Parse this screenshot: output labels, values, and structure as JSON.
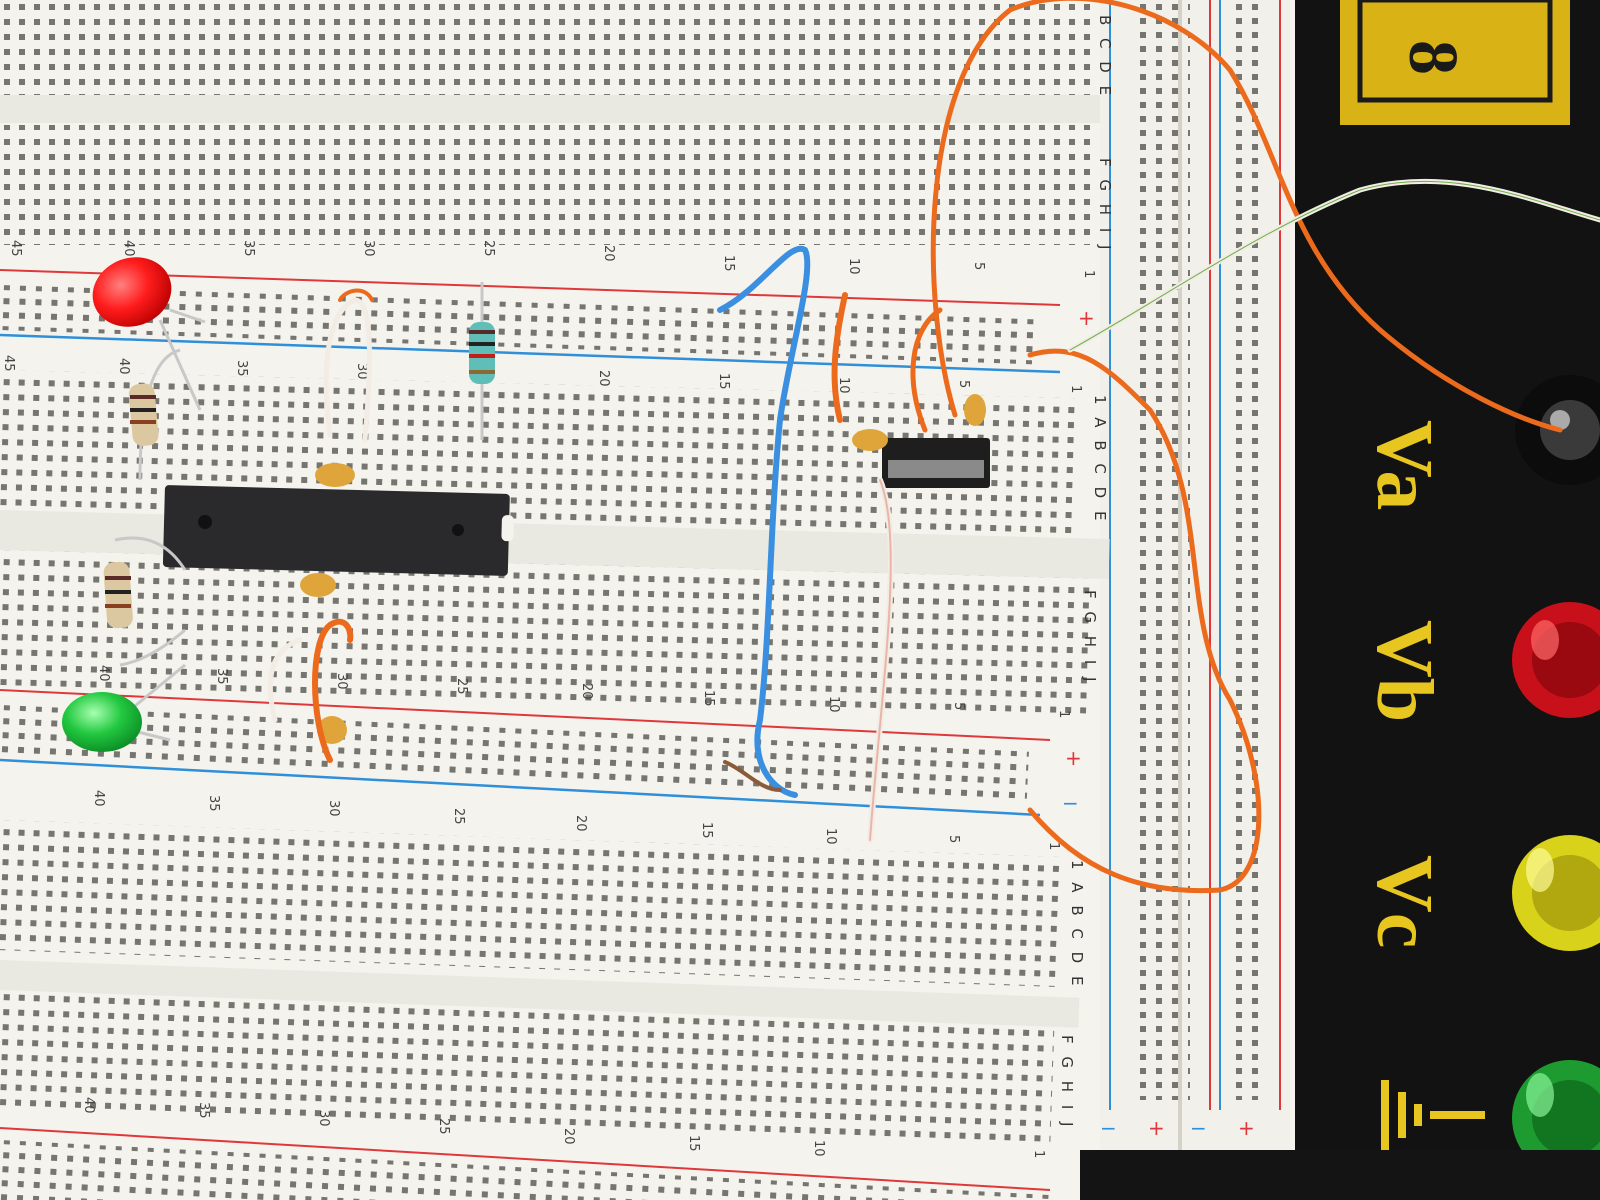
{
  "panel": {
    "labels": [
      {
        "text": "Va",
        "color": "#e8c620"
      },
      {
        "text": "Vb",
        "color": "#e8c620"
      },
      {
        "text": "Vc",
        "color": "#e8c620"
      }
    ],
    "badge_digit": "8"
  },
  "breadboard": {
    "column_labels_top": [
      "45",
      "40",
      "35",
      "30",
      "25",
      "20",
      "15",
      "10",
      "5",
      "1"
    ],
    "column_labels_mid_a": [
      "45",
      "40",
      "35",
      "30",
      "20",
      "15",
      "10",
      "5",
      "1"
    ],
    "column_labels_mid_b": [
      "40",
      "35",
      "30",
      "25",
      "20",
      "15",
      "10",
      "5",
      "1"
    ],
    "column_labels_low_a": [
      "40",
      "35",
      "30",
      "25",
      "20",
      "15",
      "10",
      "5",
      "1"
    ],
    "column_labels_low_b": [
      "40",
      "35",
      "30",
      "25",
      "20",
      "15",
      "10",
      "1"
    ],
    "row_labels": {
      "top_e": "B C D E",
      "top_j": "F G H I J",
      "mid_e": "1 A B C D E",
      "mid_j": "F G H I J",
      "low_e": "1 A B C D E",
      "low_j": "F G H I J"
    },
    "rail_plus": "+",
    "rail_minus": "−"
  },
  "colors": {
    "board": "#f4f3ee",
    "hole": "#6b6b66",
    "rail_red": "#e0383a",
    "rail_blue": "#2f8fd8",
    "wire_orange": "#ec6a1c",
    "wire_blue": "#3a8fe0",
    "wire_white": "#f2ece4",
    "chip": "#2a2a2c",
    "led_red": "#ff2020",
    "led_green": "#22c840",
    "cap": "#e0a53a"
  }
}
